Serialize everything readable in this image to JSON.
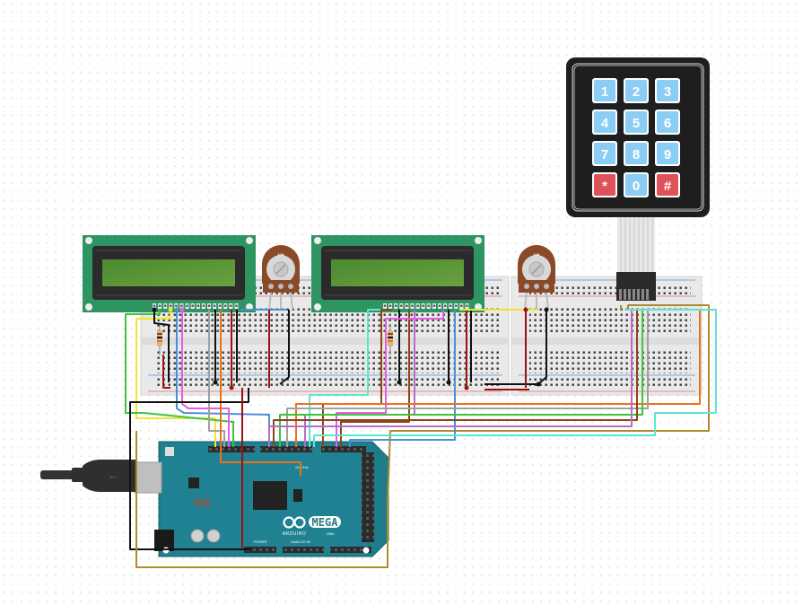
{
  "diagram": {
    "type": "breadboard circuit",
    "components": {
      "keypad": {
        "name": "3x4 membrane keypad",
        "keys": [
          "1",
          "2",
          "3",
          "4",
          "5",
          "6",
          "7",
          "8",
          "9",
          "*",
          "0",
          "#"
        ],
        "colors": {
          "frame": "#1e1e1e",
          "key": "#8ccdf5",
          "special": "#e0525a"
        }
      },
      "lcds": [
        {
          "name": "LCD 16x2 #1"
        },
        {
          "name": "LCD 16x2 #2"
        }
      ],
      "potentiometers": [
        {
          "name": "Potentiometer 1",
          "label": "10K"
        },
        {
          "name": "Potentiometer 2",
          "label": "10K"
        }
      ],
      "board": {
        "name": "Arduino Mega 2560",
        "logo_text": "MEGA",
        "brand_text": "ARDUINO",
        "model_text": "2560",
        "labels": {
          "power": "POWER",
          "analog": "ANALOG IN",
          "digital": "DIGITAL"
        }
      },
      "breadboards": [
        {
          "name": "Breadboard 1"
        },
        {
          "name": "Breadboard 2"
        }
      ],
      "usb_cable": {
        "name": "USB cable"
      }
    },
    "wire_colors": {
      "yellow": "#f2e330",
      "green": "#3ec43e",
      "blue": "#4a90d9",
      "pink": "#e35ee0",
      "black": "#111111",
      "red": "#9b1010",
      "orange": "#e8731a",
      "gray": "#a0a0a0",
      "cyan": "#5de6cf",
      "brown": "#8b4513",
      "olive": "#b08a2e",
      "purple": "#b86cc6"
    }
  }
}
